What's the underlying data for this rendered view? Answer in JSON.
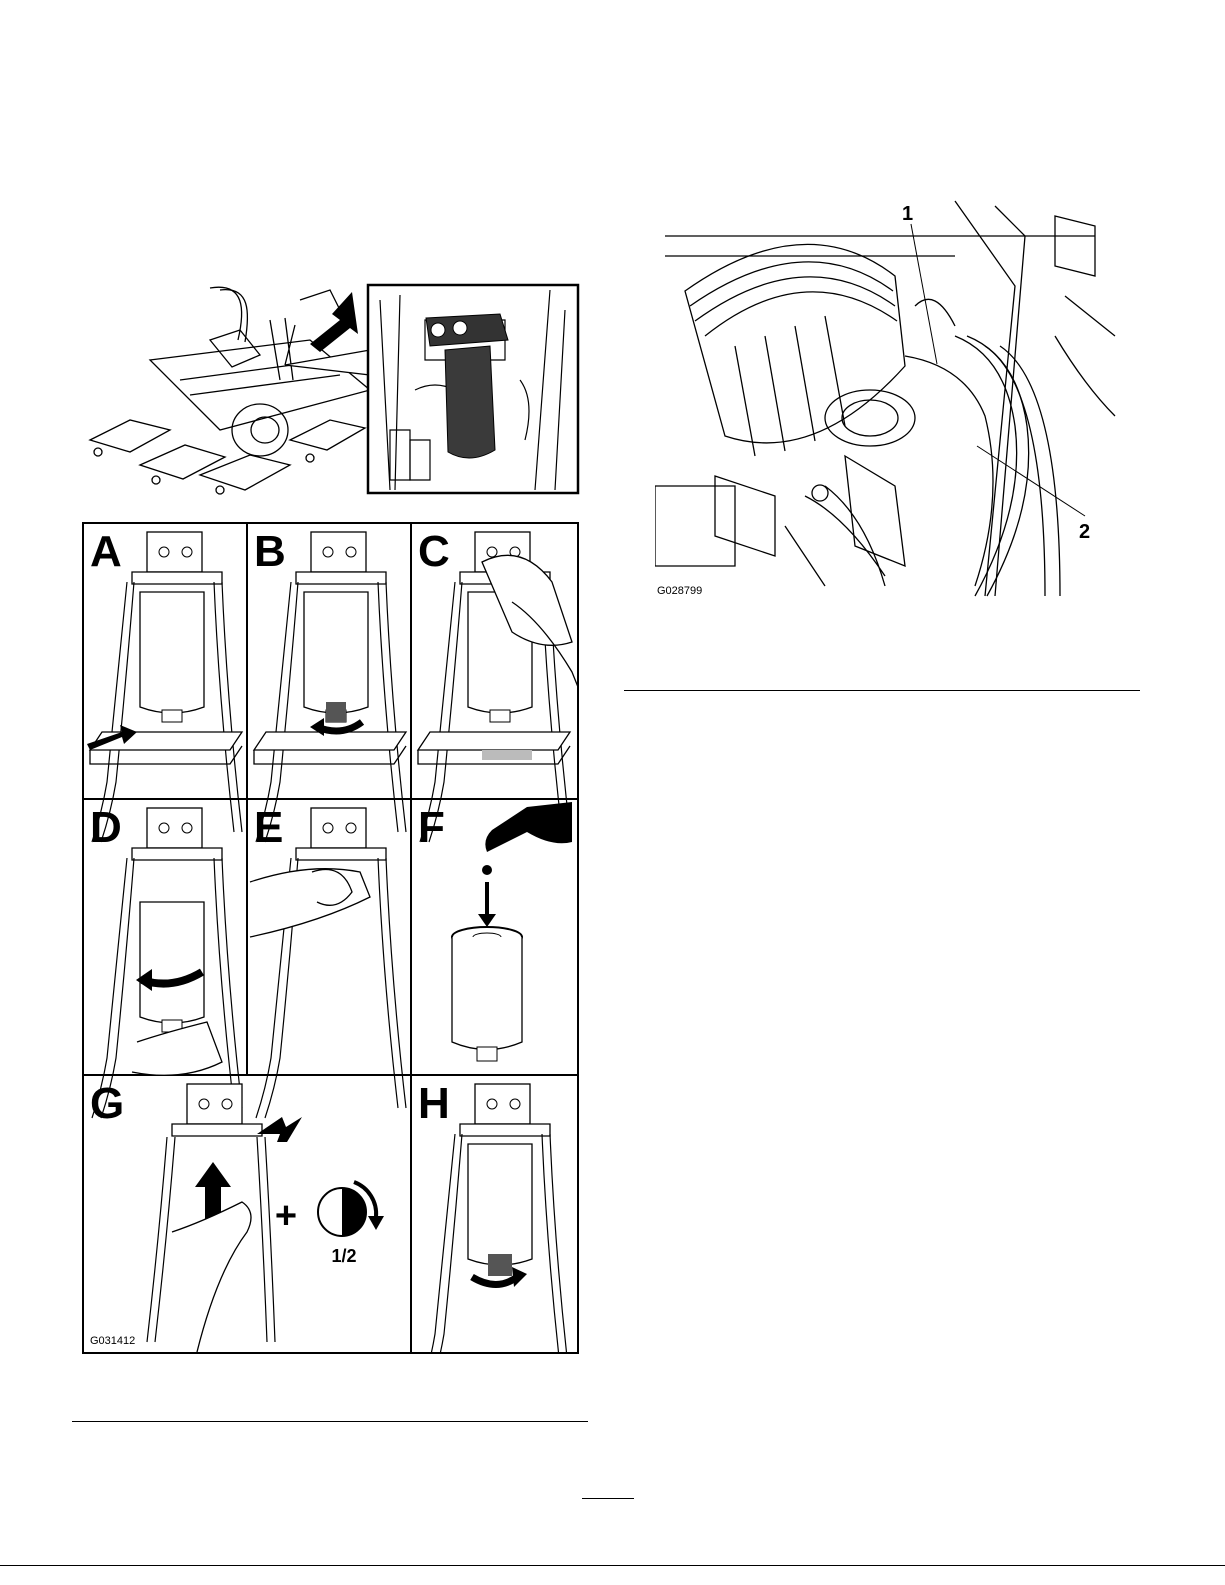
{
  "machine_figure": {
    "alt": "Location of fuel-water separator on the machine"
  },
  "procedure_figure": {
    "panels": [
      "A",
      "B",
      "C",
      "D",
      "E",
      "F",
      "G",
      "H"
    ],
    "plus_symbol": "+",
    "turn_fraction": "1/2",
    "figure_code": "G031412"
  },
  "filter_figure": {
    "callouts": [
      "1",
      "2"
    ],
    "figure_code": "G028799"
  }
}
